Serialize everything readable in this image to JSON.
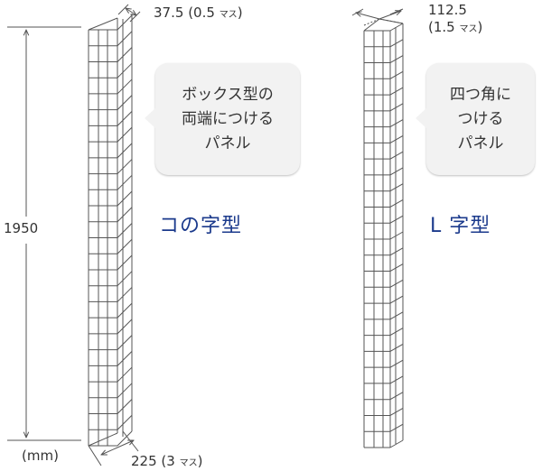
{
  "panel_c": {
    "title": "コの字型",
    "top_dim": "37.5",
    "top_dim_note_open": "(",
    "top_dim_note_num": "0.5",
    "top_dim_note_unit": "マス",
    "top_dim_note_close": ")",
    "bottom_dim": "225",
    "bottom_dim_note_open": "(",
    "bottom_dim_note_num": "3",
    "bottom_dim_note_unit": "マス",
    "bottom_dim_note_close": ")",
    "bubble_lines": [
      "ボックス型の",
      "両端につける",
      "パネル"
    ]
  },
  "panel_l": {
    "title": "L 字型",
    "top_dim": "112.5",
    "top_dim_note_open": "(",
    "top_dim_note_num": "1.5",
    "top_dim_note_unit": "マス",
    "top_dim_note_close": ")",
    "bubble_lines": [
      "四つ角に",
      "つける",
      "パネル"
    ]
  },
  "height_dim": "1950",
  "unit_label": "(mm)",
  "colors": {
    "line": "#555555",
    "title": "#1b3a8c",
    "bubble": "#f2f2f2"
  }
}
